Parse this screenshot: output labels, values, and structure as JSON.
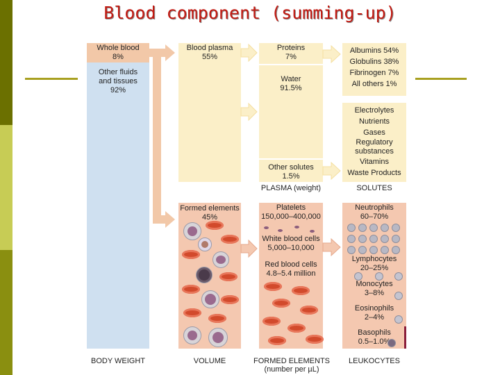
{
  "title": "Blood component (summing-up)",
  "body_weight": {
    "whole_blood": [
      "Whole blood",
      "8%"
    ],
    "other_fluids": [
      "Other fluids",
      "and tissues",
      "92%"
    ],
    "caption": "BODY WEIGHT"
  },
  "volume": {
    "plasma": [
      "Blood plasma",
      "55%"
    ],
    "formed": [
      "Formed elements",
      "45%"
    ],
    "caption": "VOLUME"
  },
  "plasma": {
    "proteins": [
      "Proteins",
      "7%"
    ],
    "water": [
      "Water",
      "91.5%"
    ],
    "other_solutes": [
      "Other solutes",
      "1.5%"
    ],
    "caption": "PLASMA (weight)"
  },
  "solutes": {
    "protein_list": [
      "Albumins 54%",
      "Globulins 38%",
      "Fibrinogen 7%",
      "All others 1%"
    ],
    "other_list": [
      "Electrolytes",
      "Nutrients",
      "Gases",
      "Regulatory",
      "substances",
      "Vitamins",
      "Waste Products"
    ],
    "caption": "SOLUTES"
  },
  "formed_elements": {
    "platelets": [
      "Platelets",
      "150,000–400,000"
    ],
    "wbc": [
      "White blood cells",
      "5,000–10,000"
    ],
    "rbc": [
      "Red blood cells",
      "4.8–5.4 million"
    ],
    "caption": [
      "FORMED ELEMENTS",
      "(number per µL)"
    ]
  },
  "leukocytes": {
    "neutrophils": [
      "Neutrophils",
      "60–70%"
    ],
    "lymphocytes": [
      "Lymphocytes",
      "20–25%"
    ],
    "monocytes": [
      "Monocytes",
      "3–8%"
    ],
    "eosinophils": [
      "Eosinophils",
      "2–4%"
    ],
    "basophils": [
      "Basophils",
      "0.5–1.0%"
    ],
    "caption": "LEUKOCYTES"
  },
  "colors": {
    "title": "#c21a12",
    "whole_blood": "#f2c8a8",
    "body": "#cfe0f0",
    "plasma": "#fbefc8",
    "formed": "#f4c8b0",
    "rbc": "#d24a2c"
  }
}
